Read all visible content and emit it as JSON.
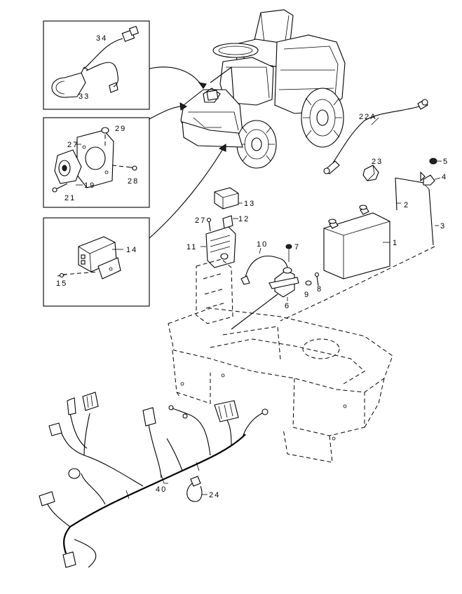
{
  "callouts": {
    "c1": "1",
    "c2": "2",
    "c3": "3",
    "c4": "4",
    "c5": "5",
    "c6": "6",
    "c7": "7",
    "c8": "8",
    "c9": "9",
    "c10": "10",
    "c11": "11",
    "c12": "12",
    "c13": "13",
    "c14": "14",
    "c15": "15",
    "c19": "19",
    "c21": "21",
    "c22a": "22A",
    "c23": "23",
    "c24": "24",
    "c27a": "27",
    "c27b": "27",
    "c28": "28",
    "c29": "29",
    "c33": "33",
    "c34": "34",
    "c40": "40"
  }
}
